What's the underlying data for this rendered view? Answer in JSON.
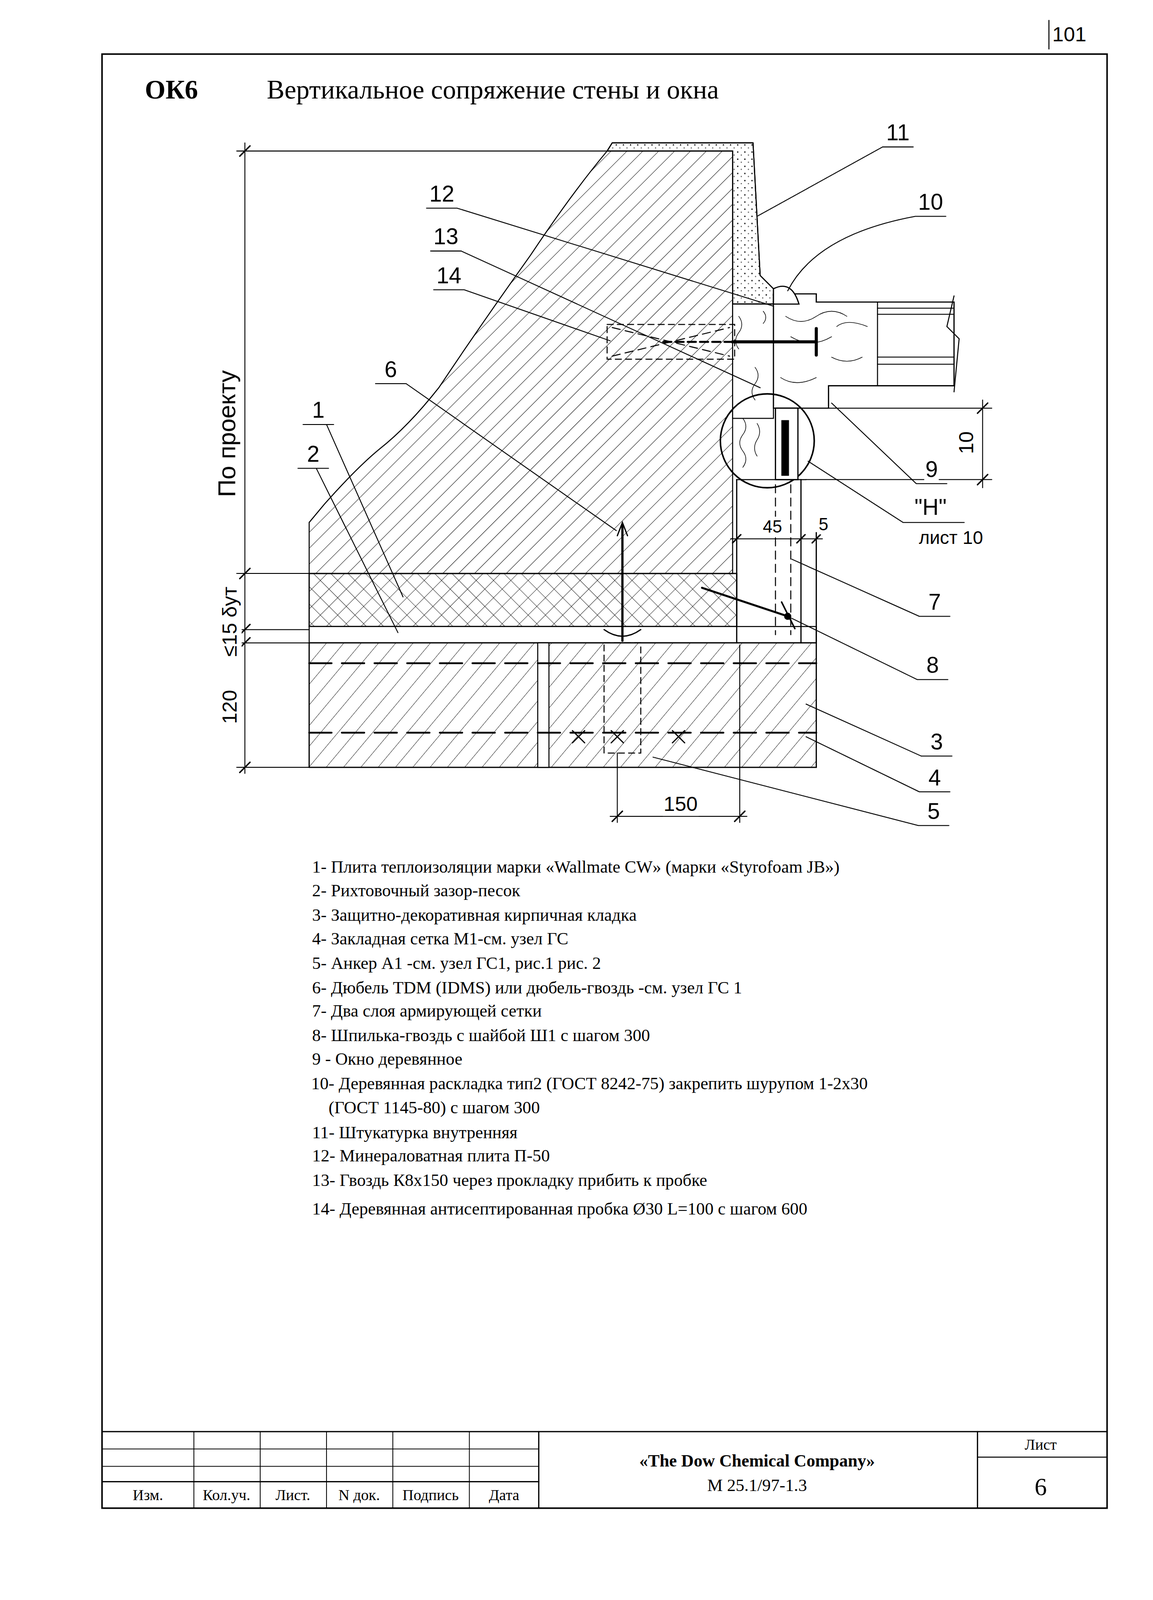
{
  "diagram": {
    "title": "Вертикальное сопряжение стены и окна",
    "labels": [
      "101",
      "ОК6",
      "11",
      "10",
      "12",
      "13",
      "14",
      "6",
      "1",
      "2",
      "9",
      "\"Н\"",
      "лист 10",
      "7",
      "8",
      "3",
      "4",
      "5",
      "По проекту",
      "δут",
      "≤15",
      "120",
      "10",
      "45",
      "5",
      "150",
      "1- Плита теплоизоляции марки «Wallmate CW» (марки «Styrofoam JB»)",
      "2- Рихтовочный зазор-песок",
      "3- Защитно-декоративная кирпичная кладка",
      "4- Закладная сетка М1-см. узел ГС",
      "5- Анкер А1 -см. узел ГС1, рис.1 рис. 2",
      "6- Дюбель TDM (IDMS) или дюбель-гвоздь -см. узел ГС 1",
      "7- Два слоя армирующей сетки",
      "8- Шпилька-гвоздь с шайбой Ш1 с шагом 300",
      "9 - Окно деревянное",
      "10- Деревянная раскладка тип2 (ГОСТ 8242-75) закрепить шурупом 1-2х30 (ГОСТ 1145-80) с шагом 300",
      "11- Штукатурка внутренняя",
      "12- Минераловатная плита П-50",
      "13- Гвоздь К8х150 через прокладку прибить к пробке",
      "14- Деревянная антисептированная пробка Ø30 L=100 с шагом 600",
      "Изм.",
      "Кол.уч.",
      "Лист.",
      "N док.",
      "Подпись",
      "Дата",
      "«The Dow Chemical Company»",
      "М 25.1/97-1.3",
      "Лист",
      "6"
    ]
  }
}
